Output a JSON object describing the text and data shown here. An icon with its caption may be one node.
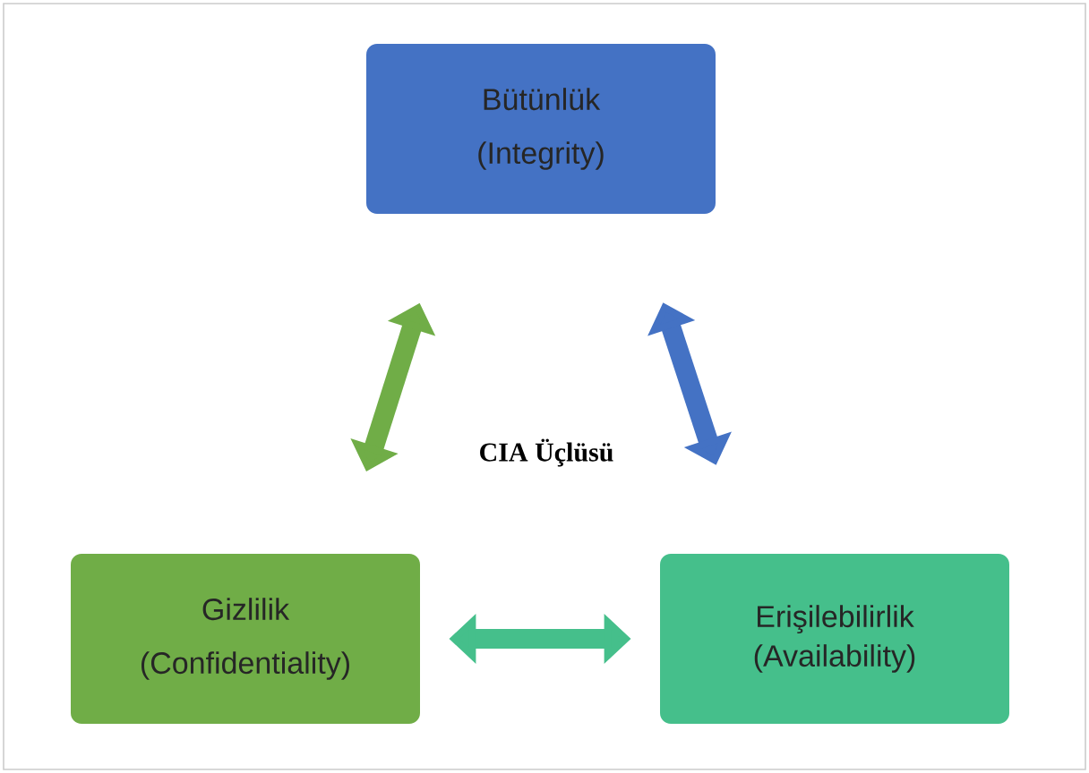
{
  "diagram": {
    "nodes": [
      {
        "text": [
          "Bütünlük",
          "(Integrity)"
        ]
      },
      {
        "text": [
          "Erişilebilirlik",
          "(Availability)"
        ]
      },
      {
        "text": [
          "Gizlilik",
          "(Confidentiality)"
        ]
      }
    ],
    "edges": [
      {
        "from": 2,
        "to": 0,
        "arrow": "both",
        "color": "#70ad47"
      },
      {
        "from": 0,
        "to": 1,
        "arrow": "both",
        "color": "#4472c4"
      },
      {
        "from": 2,
        "to": 1,
        "arrow": "both",
        "color": "#45bf8b"
      }
    ],
    "labels": [
      "CIA Üçlüsü"
    ]
  }
}
